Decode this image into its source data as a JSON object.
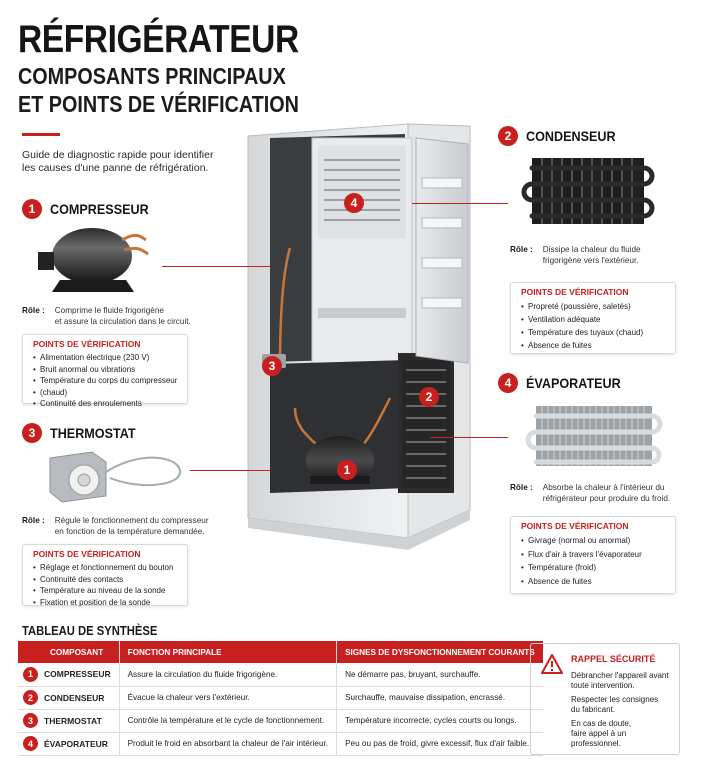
{
  "header": {
    "title": "RÉFRIGÉRATEUR",
    "subtitle_line1": "COMPOSANTS PRINCIPAUX",
    "subtitle_line2": "ET POINTS DE VÉRIFICATION",
    "intro_line1": "Guide de diagnostic rapide pour identifier",
    "intro_line2": "les causes d'une panne de réfrigération."
  },
  "labels": {
    "role": "Rôle :",
    "checkpoints": "POINTS DE VÉRIFICATION"
  },
  "components": {
    "compresseur": {
      "number": "1",
      "title": "COMPRESSEUR",
      "role_line1": "Comprime le fluide frigorigène",
      "role_line2": "et assure la circulation dans le circuit.",
      "checks": [
        "Alimentation électrique (230 V)",
        "Bruit anormal ou vibrations",
        "Température du corps du compresseur",
        "(chaud)",
        "Continuité des enroulements"
      ]
    },
    "condenseur": {
      "number": "2",
      "title": "CONDENSEUR",
      "role_line1": "Dissipe la chaleur du fluide",
      "role_line2": "frigorigène vers l'extérieur.",
      "checks": [
        "Propreté (poussière, saletés)",
        "Ventilation adéquate",
        "Température des tuyaux (chaud)",
        "Absence de fuites"
      ]
    },
    "thermostat": {
      "number": "3",
      "title": "THERMOSTAT",
      "role_line1": "Régule le fonctionnement du compresseur",
      "role_line2": "en fonction de la température demandée.",
      "checks": [
        "Réglage et fonctionnement du bouton",
        "Continuité des contacts",
        "Température au niveau de la sonde",
        "Fixation et position de la sonde"
      ]
    },
    "evaporateur": {
      "number": "4",
      "title": "ÉVAPORATEUR",
      "role_line1": "Absorbe la chaleur à l'intérieur du",
      "role_line2": "réfrigérateur pour produire du froid.",
      "checks": [
        "Givrage (normal ou anormal)",
        "Flux d'air à travers l'évaporateur",
        "Température (froid)",
        "Absence de fuites"
      ]
    }
  },
  "summary": {
    "title": "TABLEAU DE SYNTHÈSE",
    "headers": [
      "COMPOSANT",
      "FONCTION PRINCIPALE",
      "SIGNES DE DYSFONCTIONNEMENT COURANTS"
    ],
    "rows": [
      {
        "num": "1",
        "name": "COMPRESSEUR",
        "function": "Assure la circulation du fluide frigorigène.",
        "signs": "Ne démarre pas, bruyant, surchauffe."
      },
      {
        "num": "2",
        "name": "CONDENSEUR",
        "function": "Évacue la chaleur vers l'extérieur.",
        "signs": "Surchauffe, mauvaise dissipation, encrassé."
      },
      {
        "num": "3",
        "name": "THERMOSTAT",
        "function": "Contrôle la température et le cycle de fonctionnement.",
        "signs": "Température incorrecte, cycles courts ou longs."
      },
      {
        "num": "4",
        "name": "ÉVAPORATEUR",
        "function": "Produit le froid en absorbant la chaleur de l'air intérieur.",
        "signs": "Peu ou pas de froid, givre excessif, flux d'air faible."
      }
    ]
  },
  "safety": {
    "title": "RAPPEL SÉCURITÉ",
    "p1_line1": "Débrancher l'appareil avant",
    "p1_line2": "toute intervention.",
    "p2_line1": "Respecter les consignes",
    "p2_line2": "du fabricant.",
    "p3_line1": "En cas de doute,",
    "p3_line2": "faire appel à un professionnel."
  },
  "diagram_markers": [
    "1",
    "2",
    "3",
    "4"
  ],
  "colors": {
    "accent": "#c8201f",
    "dark": "#151515"
  },
  "icons": [
    "warning-icon"
  ]
}
